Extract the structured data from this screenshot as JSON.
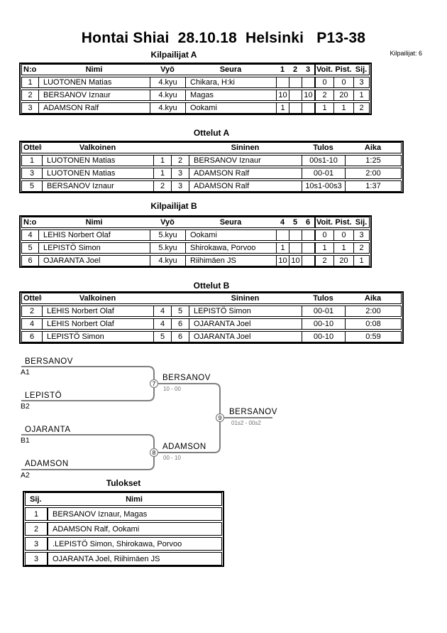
{
  "page": {
    "title": "Hontai Shiai  28.10.18  Helsinki   P13-38",
    "competitors_label": "Kilpailijat: 6"
  },
  "sections": {
    "kilpailijatA": {
      "title": "Kilpailijat A",
      "headers": [
        "N:o",
        "Nimi",
        "Vyö",
        "Seura",
        "1",
        "2",
        "3",
        "Voit.",
        "Pist.",
        "Sij."
      ],
      "rows": [
        [
          "1",
          "LUOTONEN Matias",
          "4.kyu",
          "Chikara, H:ki",
          "",
          "",
          "",
          "0",
          "0",
          "3"
        ],
        [
          "2",
          "BERSANOV Iznaur",
          "4.kyu",
          "Magas",
          "10",
          "",
          "10",
          "2",
          "20",
          "1"
        ],
        [
          "3",
          "ADAMSON Ralf",
          "4.kyu",
          "Ookami",
          "1",
          "",
          "",
          "1",
          "1",
          "2"
        ]
      ]
    },
    "ottelutA": {
      "title": "Ottelut A",
      "headers": [
        "Ottelu",
        "Valkoinen",
        "",
        "",
        "Sininen",
        "Tulos",
        "Aika"
      ],
      "rows": [
        [
          "1",
          "LUOTONEN Matias",
          "1",
          "2",
          "BERSANOV Iznaur",
          "00s1-10",
          "1:25"
        ],
        [
          "3",
          "LUOTONEN Matias",
          "1",
          "3",
          "ADAMSON Ralf",
          "00-01",
          "2:00"
        ],
        [
          "5",
          "BERSANOV Iznaur",
          "2",
          "3",
          "ADAMSON Ralf",
          "10s1-00s3",
          "1:37"
        ]
      ]
    },
    "kilpailijatB": {
      "title": "Kilpailijat B",
      "headers": [
        "N:o",
        "Nimi",
        "Vyö",
        "Seura",
        "4",
        "5",
        "6",
        "Voit.",
        "Pist.",
        "Sij."
      ],
      "rows": [
        [
          "4",
          "LEHIS Norbert Olaf",
          "5.kyu",
          "Ookami",
          "",
          "",
          "",
          "0",
          "0",
          "3"
        ],
        [
          "5",
          "LEPISTÖ Simon",
          "5.kyu",
          "Shirokawa, Porvoo",
          "1",
          "",
          "",
          "1",
          "1",
          "2"
        ],
        [
          "6",
          "OJARANTA Joel",
          "4.kyu",
          "Riihimäen JS",
          "10",
          "10",
          "",
          "2",
          "20",
          "1"
        ]
      ]
    },
    "ottelutB": {
      "title": "Ottelut B",
      "headers": [
        "Ottelu",
        "Valkoinen",
        "",
        "",
        "Sininen",
        "Tulos",
        "Aika"
      ],
      "rows": [
        [
          "2",
          "LEHIS Norbert Olaf",
          "4",
          "5",
          "LEPISTÖ Simon",
          "00-01",
          "2:00"
        ],
        [
          "4",
          "LEHIS Norbert Olaf",
          "4",
          "6",
          "OJARANTA Joel",
          "00-10",
          "0:08"
        ],
        [
          "6",
          "LEPISTÖ Simon",
          "5",
          "6",
          "OJARANTA Joel",
          "00-10",
          "0:59"
        ]
      ]
    },
    "tulokset": {
      "title": "Tulokset",
      "headers": [
        "Sij.",
        "Nimi"
      ],
      "rows": [
        [
          "1",
          "BERSANOV Iznaur, Magas"
        ],
        [
          "2",
          "ADAMSON Ralf, Ookami"
        ],
        [
          "3",
          ".LEPISTÖ Simon, Shirokawa, Porvoo"
        ],
        [
          "3",
          "OJARANTA Joel, Riihimäen JS"
        ]
      ]
    }
  },
  "bracket": {
    "semifinal1": {
      "player1": "BERSANOV",
      "seed1": "A1",
      "player2": "LEPISTÖ",
      "seed2": "B2",
      "match_no": "7",
      "winner": "BERSANOV",
      "score": "10 - 00"
    },
    "semifinal2": {
      "player1": "OJARANTA",
      "seed1": "B1",
      "player2": "ADAMSON",
      "seed2": "A2",
      "match_no": "8",
      "winner": "ADAMSON",
      "score": "00 - 10"
    },
    "final": {
      "match_no": "9",
      "winner": "BERSANOV",
      "score": "01s2 - 00s2"
    }
  },
  "colors": {
    "bracket_line": "#808080",
    "score_text": "#707070",
    "table_border": "#000000"
  }
}
